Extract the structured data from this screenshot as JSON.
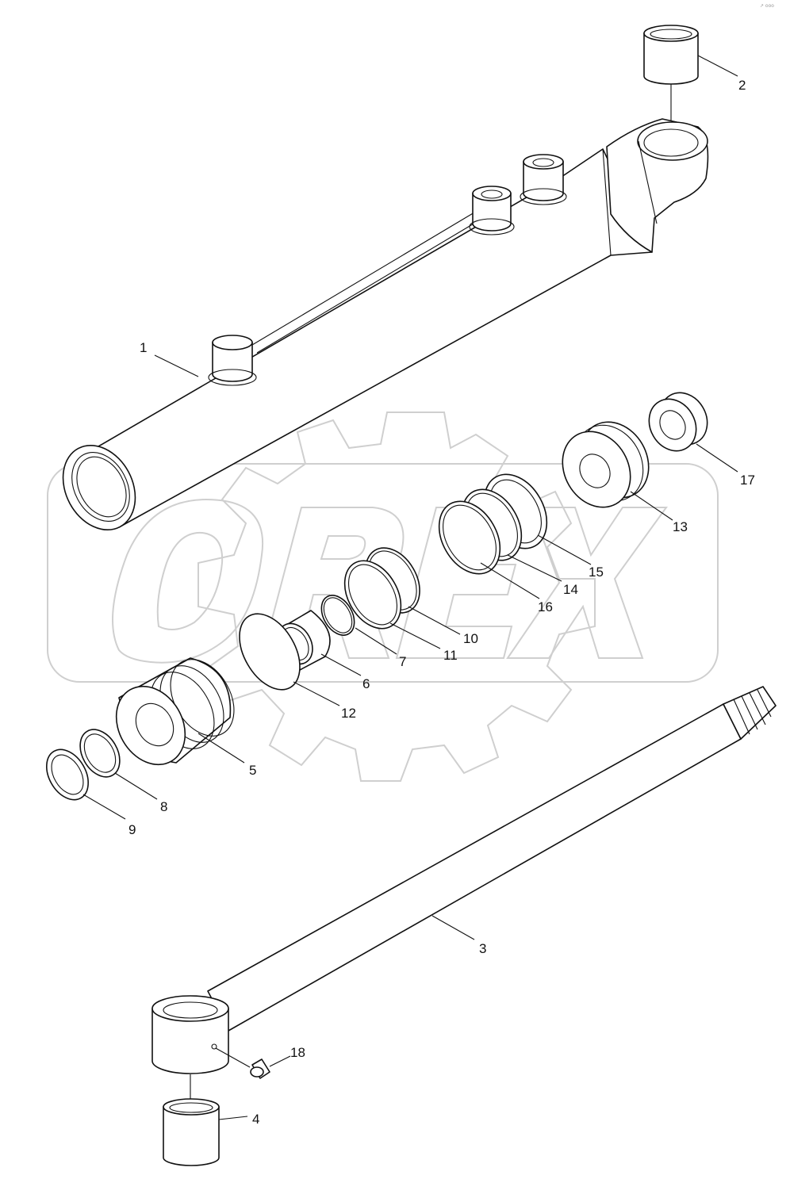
{
  "watermark": {
    "text": "OREX"
  },
  "corner_mark": "↗ ooo",
  "callouts": [
    {
      "id": "c1",
      "label": "1"
    },
    {
      "id": "c2",
      "label": "2"
    },
    {
      "id": "c3",
      "label": "3"
    },
    {
      "id": "c4",
      "label": "4"
    },
    {
      "id": "c5",
      "label": "5"
    },
    {
      "id": "c6",
      "label": "6"
    },
    {
      "id": "c7",
      "label": "7"
    },
    {
      "id": "c8",
      "label": "8"
    },
    {
      "id": "c9",
      "label": "9"
    },
    {
      "id": "c10",
      "label": "10"
    },
    {
      "id": "c11",
      "label": "11"
    },
    {
      "id": "c12",
      "label": "12"
    },
    {
      "id": "c13",
      "label": "13"
    },
    {
      "id": "c14",
      "label": "14"
    },
    {
      "id": "c15",
      "label": "15"
    },
    {
      "id": "c16",
      "label": "16"
    },
    {
      "id": "c17",
      "label": "17"
    },
    {
      "id": "c18",
      "label": "18"
    }
  ]
}
